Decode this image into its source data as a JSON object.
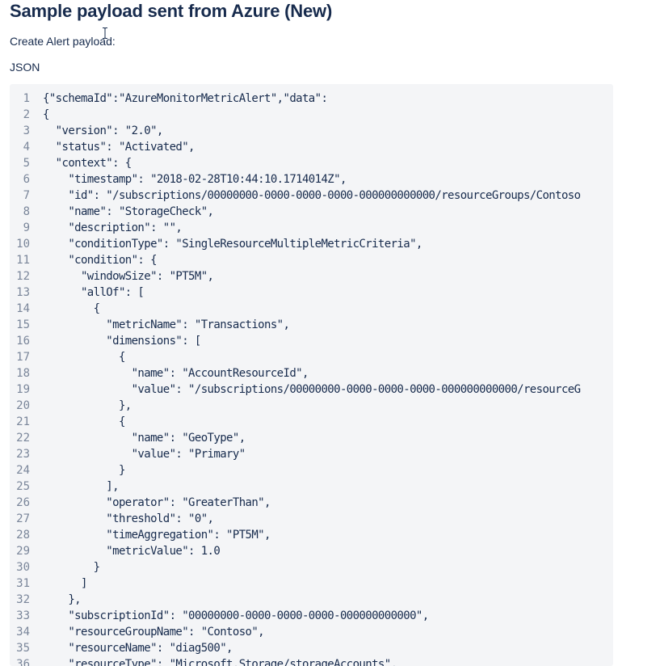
{
  "title": "Sample payload sent from Azure (New)",
  "intro": "Create Alert payload:",
  "language": "JSON",
  "code_lines": [
    {
      "num": "1",
      "text": "{\"schemaId\":\"AzureMonitorMetricAlert\",\"data\":"
    },
    {
      "num": "2",
      "text": "{"
    },
    {
      "num": "3",
      "text": "  \"version\": \"2.0\","
    },
    {
      "num": "4",
      "text": "  \"status\": \"Activated\","
    },
    {
      "num": "5",
      "text": "  \"context\": {"
    },
    {
      "num": "6",
      "text": "    \"timestamp\": \"2018-02-28T10:44:10.1714014Z\","
    },
    {
      "num": "7",
      "text": "    \"id\": \"/subscriptions/00000000-0000-0000-0000-000000000000/resourceGroups/Contoso"
    },
    {
      "num": "8",
      "text": "    \"name\": \"StorageCheck\","
    },
    {
      "num": "9",
      "text": "    \"description\": \"\","
    },
    {
      "num": "10",
      "text": "    \"conditionType\": \"SingleResourceMultipleMetricCriteria\","
    },
    {
      "num": "11",
      "text": "    \"condition\": {"
    },
    {
      "num": "12",
      "text": "      \"windowSize\": \"PT5M\","
    },
    {
      "num": "13",
      "text": "      \"allOf\": ["
    },
    {
      "num": "14",
      "text": "        {"
    },
    {
      "num": "15",
      "text": "          \"metricName\": \"Transactions\","
    },
    {
      "num": "16",
      "text": "          \"dimensions\": ["
    },
    {
      "num": "17",
      "text": "            {"
    },
    {
      "num": "18",
      "text": "              \"name\": \"AccountResourceId\","
    },
    {
      "num": "19",
      "text": "              \"value\": \"/subscriptions/00000000-0000-0000-0000-000000000000/resourceG"
    },
    {
      "num": "20",
      "text": "            },"
    },
    {
      "num": "21",
      "text": "            {"
    },
    {
      "num": "22",
      "text": "              \"name\": \"GeoType\","
    },
    {
      "num": "23",
      "text": "              \"value\": \"Primary\""
    },
    {
      "num": "24",
      "text": "            }"
    },
    {
      "num": "25",
      "text": "          ],"
    },
    {
      "num": "26",
      "text": "          \"operator\": \"GreaterThan\","
    },
    {
      "num": "27",
      "text": "          \"threshold\": \"0\","
    },
    {
      "num": "28",
      "text": "          \"timeAggregation\": \"PT5M\","
    },
    {
      "num": "29",
      "text": "          \"metricValue\": 1.0"
    },
    {
      "num": "30",
      "text": "        }"
    },
    {
      "num": "31",
      "text": "      ]"
    },
    {
      "num": "32",
      "text": "    },"
    },
    {
      "num": "33",
      "text": "    \"subscriptionId\": \"00000000-0000-0000-0000-000000000000\","
    },
    {
      "num": "34",
      "text": "    \"resourceGroupName\": \"Contoso\","
    },
    {
      "num": "35",
      "text": "    \"resourceName\": \"diag500\","
    },
    {
      "num": "36",
      "text": "    \"resourceType\": \"Microsoft.Storage/storageAccounts\","
    }
  ]
}
